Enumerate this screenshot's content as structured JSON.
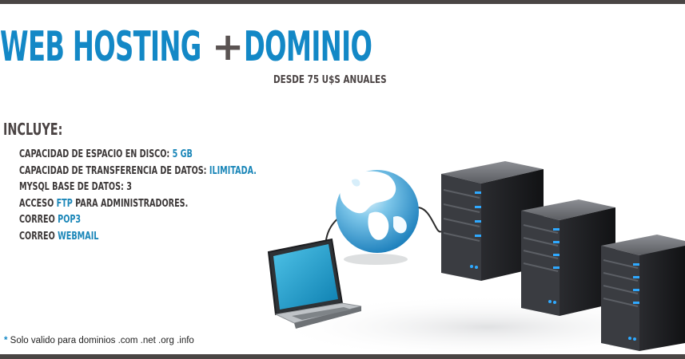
{
  "header": {
    "title_part1": "WEB HOSTING",
    "title_plus": "+",
    "title_part2": "DOMINIO",
    "subtitle": "DESDE 75 U$S ANUALES"
  },
  "includes": {
    "heading": "INCLUYE:",
    "items": [
      {
        "label": "CAPACIDAD DE ESPACIO EN DISCO: ",
        "highlight": "5 GB",
        "suffix": ""
      },
      {
        "label": "CAPACIDAD DE TRANSFERENCIA DE DATOS: ",
        "highlight": "ILIMITADA.",
        "suffix": ""
      },
      {
        "label": "MYSQL BASE DE DATOS: 3",
        "highlight": "",
        "suffix": ""
      },
      {
        "label": "ACCESO ",
        "highlight": "FTP",
        "suffix": " PARA ADMINISTRADORES."
      },
      {
        "label": "CORREO ",
        "highlight": "POP3",
        "suffix": ""
      },
      {
        "label": "CORREO ",
        "highlight": "WEBMAIL",
        "suffix": ""
      }
    ]
  },
  "footnote": {
    "marker": "*",
    "text": " Solo valido para dominios .com .net .org .info"
  },
  "colors": {
    "accent": "#1388c6",
    "highlight": "#1a86b8",
    "dark_text": "#4b4444",
    "frame": "#4a4544"
  },
  "illustration": {
    "icons": [
      "laptop-icon",
      "globe-icon",
      "server-icon"
    ]
  }
}
